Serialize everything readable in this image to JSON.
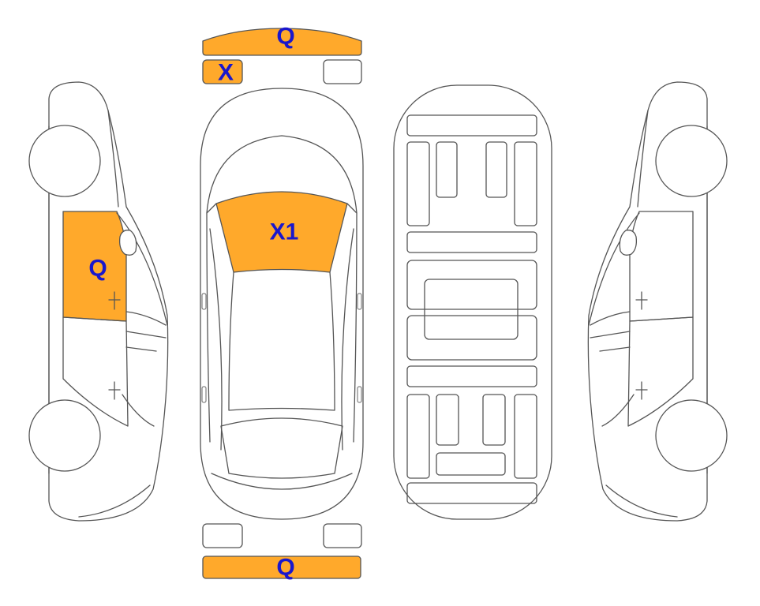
{
  "colors": {
    "damaged": "#FFA92B",
    "undamaged": "#FFFFFF",
    "outline": "#555555",
    "label_text": "#1A17CC"
  },
  "parts": {
    "front_bumper": {
      "label": "Q",
      "damaged": true
    },
    "front_left_headlight": {
      "label": "X",
      "damaged": true
    },
    "front_right_headlight": {
      "label": "",
      "damaged": false
    },
    "windshield": {
      "label": "X1",
      "damaged": true
    },
    "left_front_door": {
      "label": "Q",
      "damaged": true
    },
    "rear_bumper": {
      "label": "Q",
      "damaged": true
    },
    "rear_left_light": {
      "label": "",
      "damaged": false
    },
    "rear_right_light": {
      "label": "",
      "damaged": false
    }
  }
}
